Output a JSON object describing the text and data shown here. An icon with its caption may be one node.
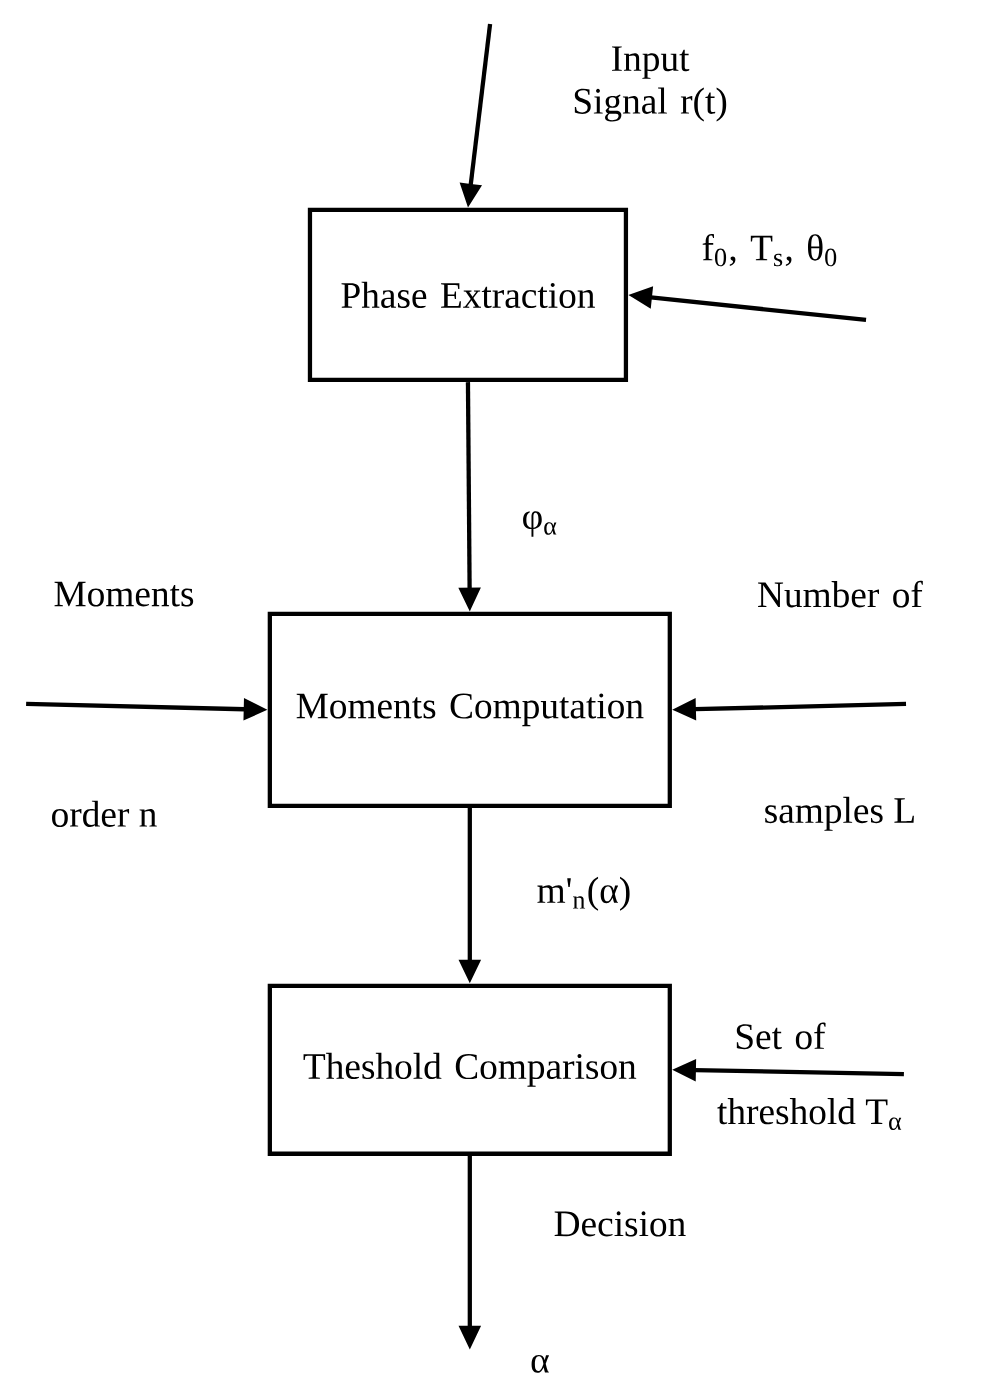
{
  "diagram": {
    "nodes": [
      {
        "text": [
          "Phase Extraction"
        ]
      },
      {
        "text": [
          "Moments Computation"
        ]
      },
      {
        "text": [
          "Theshold Comparison"
        ]
      }
    ],
    "edges": [
      {
        "from": null,
        "to": 0,
        "arrow": "to",
        "label": "Input Signal r(t)"
      },
      {
        "from": null,
        "to": 0,
        "arrow": "to",
        "label": "f$_{0}$, T$_{s}$, θ$_{0}$"
      },
      {
        "from": 0,
        "to": 1,
        "arrow": "to",
        "label": "φ$_{α}$"
      },
      {
        "from": null,
        "to": 1,
        "arrow": "to",
        "label": "Moments"
      },
      {
        "from": null,
        "to": 1,
        "arrow": "to",
        "label": "Number of"
      },
      {
        "from": 1,
        "to": 2,
        "arrow": "to",
        "label": "m'$_{n}$(α)"
      },
      {
        "from": null,
        "to": 2,
        "arrow": "to",
        "label": "Set of"
      },
      {
        "from": 2,
        "to": null,
        "arrow": "to",
        "label": "Decision"
      }
    ],
    "labels": [
      "order n",
      "samples L",
      "threshold T$_{α}$",
      "α"
    ]
  }
}
